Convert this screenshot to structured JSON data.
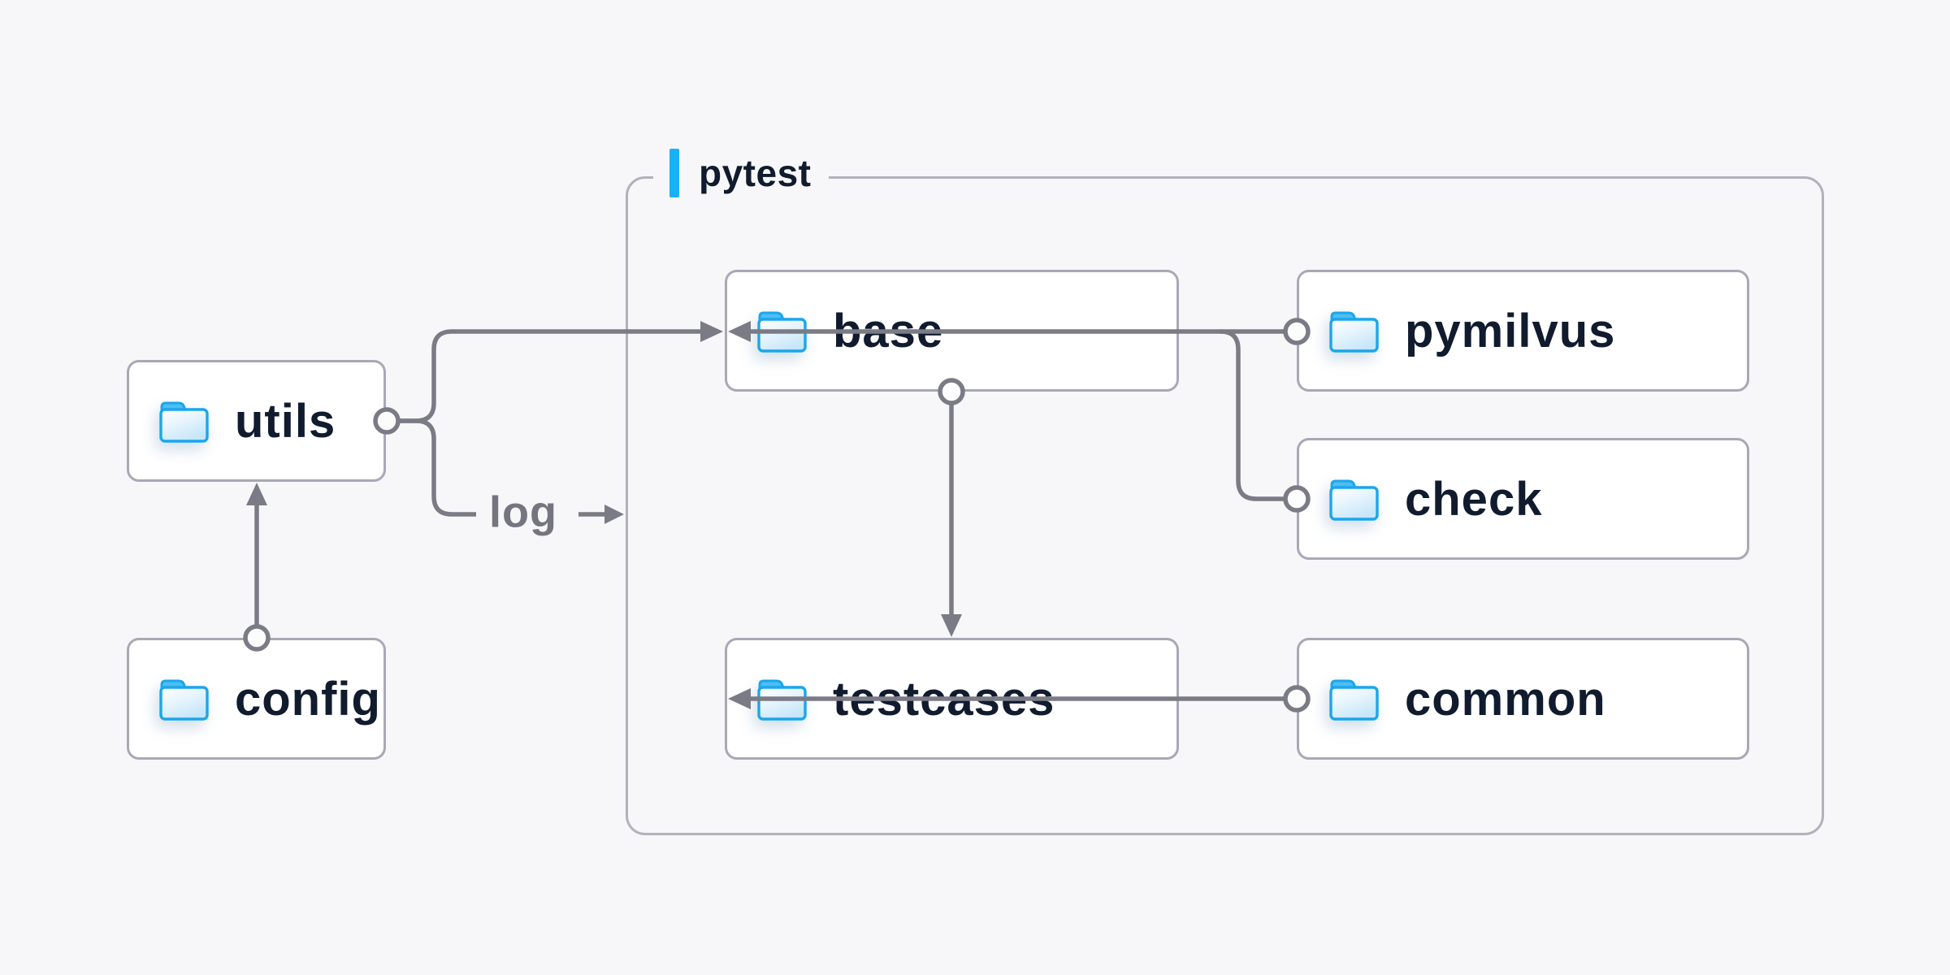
{
  "diagram": {
    "title_group": {
      "label": "pytest",
      "accent_color": "#16b1f8"
    },
    "nodes": {
      "utils": {
        "label": "utils",
        "icon": "folder-icon",
        "inside_group": false
      },
      "config": {
        "label": "config",
        "icon": "folder-icon",
        "inside_group": false
      },
      "base": {
        "label": "base",
        "icon": "folder-icon",
        "inside_group": true
      },
      "pymilvus": {
        "label": "pymilvus",
        "icon": "folder-icon",
        "inside_group": true
      },
      "check": {
        "label": "check",
        "icon": "folder-icon",
        "inside_group": true
      },
      "testcases": {
        "label": "testcases",
        "icon": "folder-icon",
        "inside_group": true
      },
      "common": {
        "label": "common",
        "icon": "folder-icon",
        "inside_group": true
      }
    },
    "edges": {
      "log_label": "log",
      "connections": [
        {
          "from": "config",
          "to": "utils"
        },
        {
          "from": "utils",
          "to": "base"
        },
        {
          "from": "utils",
          "to": "pytest-group",
          "label": "log"
        },
        {
          "from": "pymilvus",
          "to": "base"
        },
        {
          "from": "check",
          "to": "base"
        },
        {
          "from": "base",
          "to": "testcases"
        },
        {
          "from": "common",
          "to": "testcases"
        }
      ]
    },
    "colors": {
      "background": "#f7f7f9",
      "node_bg": "#ffffff",
      "node_border": "#a8a9b5",
      "group_border": "#b1b2bd",
      "text": "#101b2e",
      "connector": "#7b7b86",
      "edge_label_text": "#75757f",
      "folder_stroke": "#1aa6ec",
      "folder_tab": "#4fbdf1",
      "accent_blue": "#16b1f8"
    }
  }
}
